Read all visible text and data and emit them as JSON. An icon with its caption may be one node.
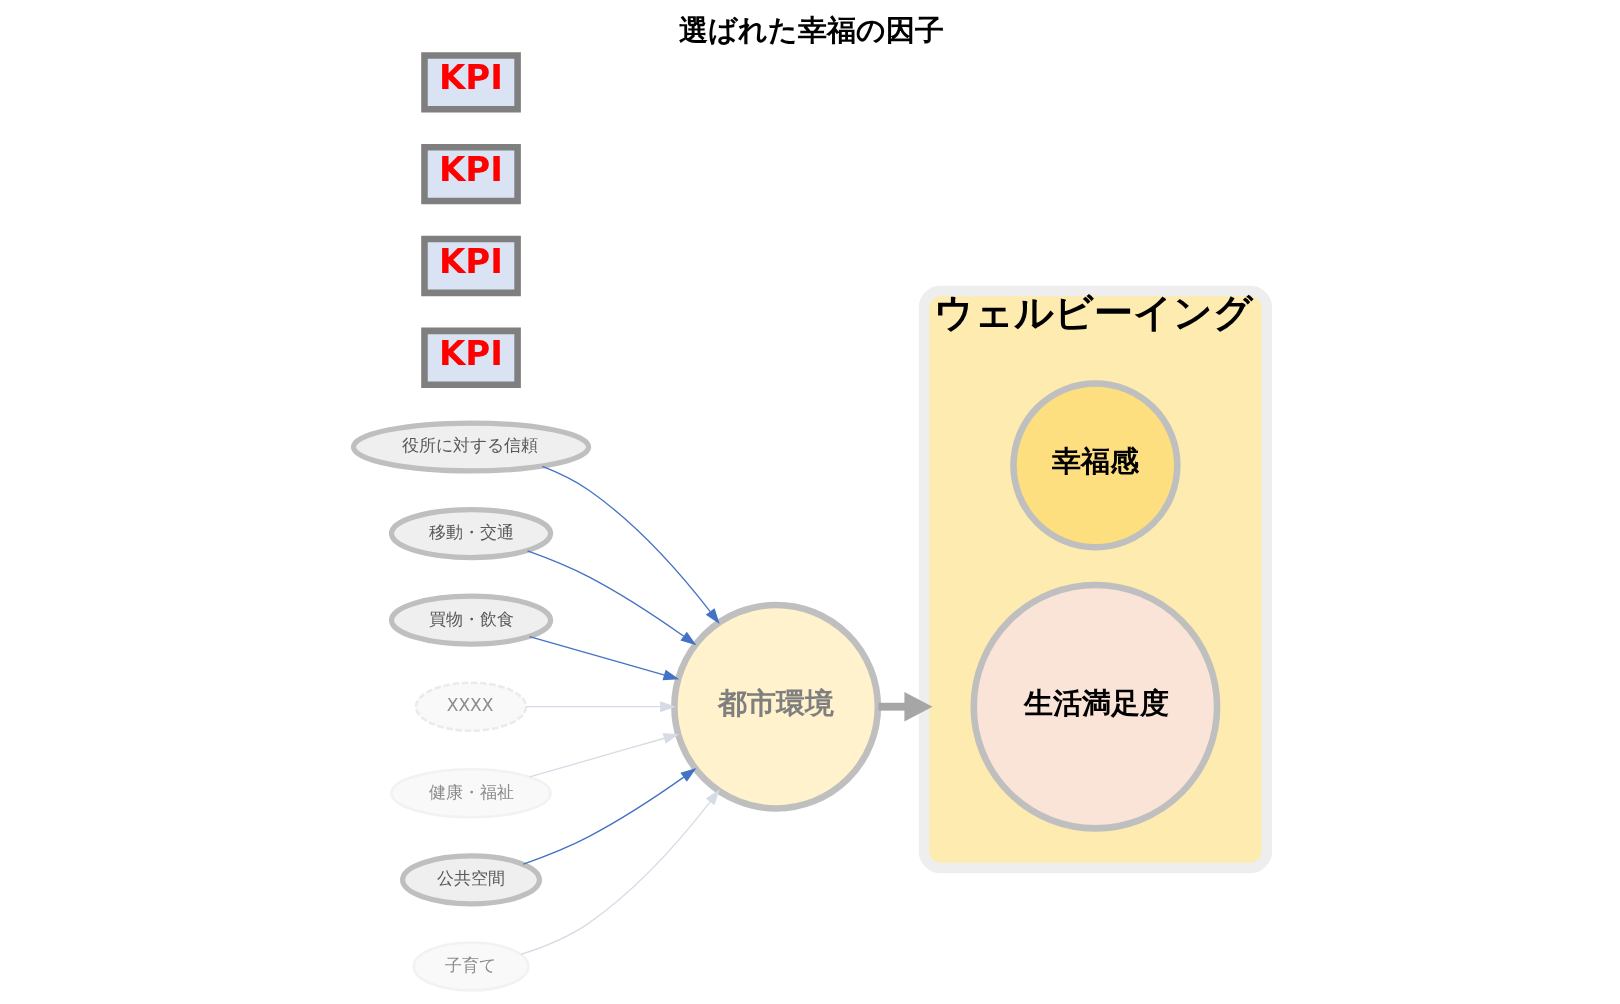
{
  "diagram": {
    "title": "選ばれた幸福の因子",
    "nodes": [
      {
        "text": [
          "ウェルビーイング"
        ]
      },
      {
        "text": [
          "幸福感"
        ],
        "in": 0
      },
      {
        "text": [
          "生活満足度"
        ],
        "in": 0
      },
      {
        "text": [
          "KPI"
        ]
      },
      {
        "text": [
          "KPI"
        ]
      },
      {
        "text": [
          "役所に対する信頼"
        ]
      },
      {
        "text": [
          "移動・交通"
        ]
      },
      {
        "text": [
          "都市環境"
        ]
      },
      {
        "text": [
          "買物・飲食"
        ]
      },
      {
        "text": [
          "KPI"
        ]
      },
      {
        "text": [
          "XXXX"
        ]
      },
      {
        "text": [
          "健康・福祉"
        ]
      },
      {
        "text": [
          "公共空間"
        ]
      },
      {
        "text": [
          "子育て"
        ]
      },
      {
        "text": [
          "KPI"
        ]
      }
    ],
    "edges": [
      {
        "from": 6,
        "to": 7,
        "arrow": "to"
      },
      {
        "from": 5,
        "to": 7,
        "arrow": "to"
      },
      {
        "from": 8,
        "to": 7,
        "arrow": "to"
      },
      {
        "from": 11,
        "to": 7,
        "arrow": "to",
        "color": "#d6dce5"
      },
      {
        "from": 13,
        "to": 7,
        "arrow": "to",
        "color": "#d6dce5"
      },
      {
        "from": 12,
        "to": 7,
        "arrow": "to"
      },
      {
        "from": 10,
        "to": 7,
        "arrow": "to",
        "color": "#d6dce5"
      },
      {
        "from": 7,
        "to": 0,
        "arrow": "to",
        "style": "thick",
        "color": "#a6a6a6"
      }
    ]
  }
}
